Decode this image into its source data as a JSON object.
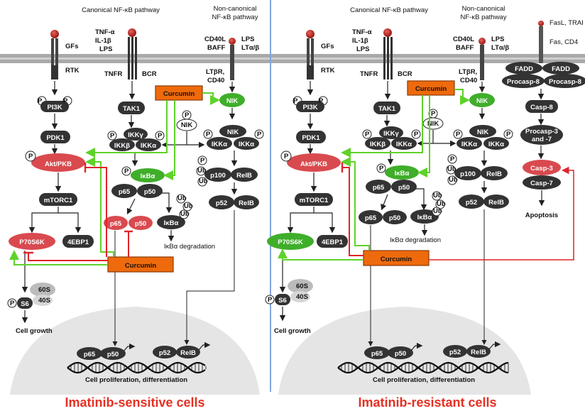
{
  "panels": {
    "left": {
      "title": "Imatinib-sensitive cells",
      "canonical_header": "Canonical NF-κB pathway",
      "noncanonical_header_1": "Non-canonical",
      "noncanonical_header_2": "NF-κB pathway",
      "gfs": "GFs",
      "rtk": "RTK",
      "ligands_1": "TNF-α",
      "ligands_2": "IL-1β",
      "ligands_3": "LPS",
      "tnfr": "TNFR",
      "bcr": "BCR",
      "cd40l": "CD40L",
      "baff": "BAFF",
      "lps2": "LPS",
      "lta": "LTα/β",
      "ltbr": "LTβR,",
      "cd40": "CD40",
      "p": "P",
      "ub": "Ub",
      "pi3k": "PI3K",
      "pdk1": "PDK1",
      "akt": "Akt/PKB",
      "mtorc1": "mTORC1",
      "p70": "P70S6K",
      "ebp1": "4EBP1",
      "s6": "S6",
      "s60": "60S",
      "s40": "40S",
      "cell_growth": "Cell growth",
      "tak1": "TAK1",
      "ikkg": "IKKγ",
      "ikkb": "IKKβ",
      "ikka": "IKKα",
      "nik": "NIK",
      "ikba": "IκBα",
      "p65": "p65",
      "p50": "p50",
      "p100": "p100",
      "relb": "RelB",
      "p52": "p52",
      "degradation": "IκBα degradation",
      "curcumin": "Curcumin",
      "proliferation": "Cell proliferation, differentiation"
    },
    "right": {
      "title": "Imatinib-resistant cells",
      "canonical_header": "Canonical NF-κB pathway",
      "noncanonical_header_1": "Non-canonical",
      "noncanonical_header_2": "NF-κB pathway",
      "fasl": "FasL, TRAI",
      "fas": "Fas, CD4",
      "fadd": "FADD",
      "procasp8": "Procasp-8",
      "casp8": "Casp-8",
      "procasp37_1": "Procasp-3",
      "procasp37_2": "and -7",
      "casp3": "Casp-3",
      "casp7": "Casp-7",
      "apoptosis": "Apoptosis"
    }
  },
  "colors": {
    "green_arrow": "#5fd22a",
    "red_inhibit": "#e0232a",
    "curcumin_fill": "#ee6a0c",
    "akt_fill": "#d94a4f",
    "green_node": "#3fae2a",
    "dark_node": "#333333",
    "divider": "#2f6cc6",
    "title_red": "#e53022"
  }
}
